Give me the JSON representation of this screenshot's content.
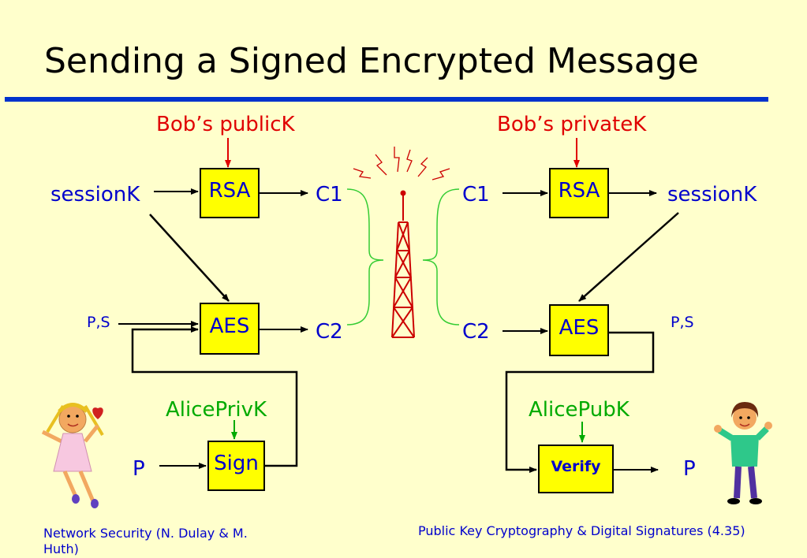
{
  "slide": {
    "title": "Sending a Signed Encrypted Message"
  },
  "sender": {
    "key_top": "Bob’s publicK",
    "session_key": "sessionK",
    "rsa": "RSA",
    "c1": "C1",
    "ps": "P,S",
    "aes": "AES",
    "c2": "C2",
    "sign_key": "AlicePrivK",
    "p": "P",
    "sign": "Sign"
  },
  "receiver": {
    "key_top": "Bob’s privateK",
    "c1": "C1",
    "rsa": "RSA",
    "session_key": "sessionK",
    "c2": "C2",
    "aes": "AES",
    "ps": "P,S",
    "verify_key": "AlicePubK",
    "verify": "Verify",
    "p": "P"
  },
  "footer": {
    "left": "Network Security (N. Dulay & M. Huth)",
    "right": "Public Key Cryptography & Digital Signatures (4.35)"
  },
  "colors": {
    "background": "#ffffcc",
    "accent_rule": "#0033cc",
    "box_fill": "#ffff00",
    "label_blue": "#0000cc",
    "key_red": "#e00000",
    "key_green": "#00aa00",
    "tower_red": "#cc0000",
    "bracket_green": "#33cc33"
  },
  "icons": [
    "radio-tower-icon",
    "alice-figure-icon",
    "heart-icon",
    "bob-figure-icon"
  ]
}
